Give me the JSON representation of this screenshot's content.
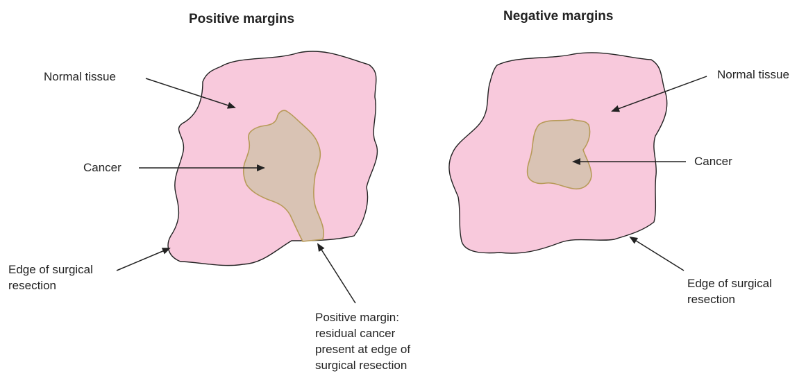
{
  "positive_panel": {
    "title": "Positive margins",
    "normal_tissue_label": "Normal tissue",
    "cancer_label": "Cancer",
    "edge_label_line1": "Edge of surgical",
    "edge_label_line2": "resection",
    "positive_margin_line1": "Positive margin:",
    "positive_margin_line2": "residual cancer",
    "positive_margin_line3": "present at edge of",
    "positive_margin_line4": "surgical resection"
  },
  "negative_panel": {
    "title": "Negative margins",
    "normal_tissue_label": "Normal tissue",
    "cancer_label": "Cancer",
    "edge_label_line1": "Edge of surgical",
    "edge_label_line2": "resection"
  },
  "colors": {
    "tissue_fill": "#f8c9dc",
    "cancer_fill": "#d9c3b4",
    "cancer_outline": "#b79a58",
    "outline": "#222222",
    "text": "#222222"
  }
}
